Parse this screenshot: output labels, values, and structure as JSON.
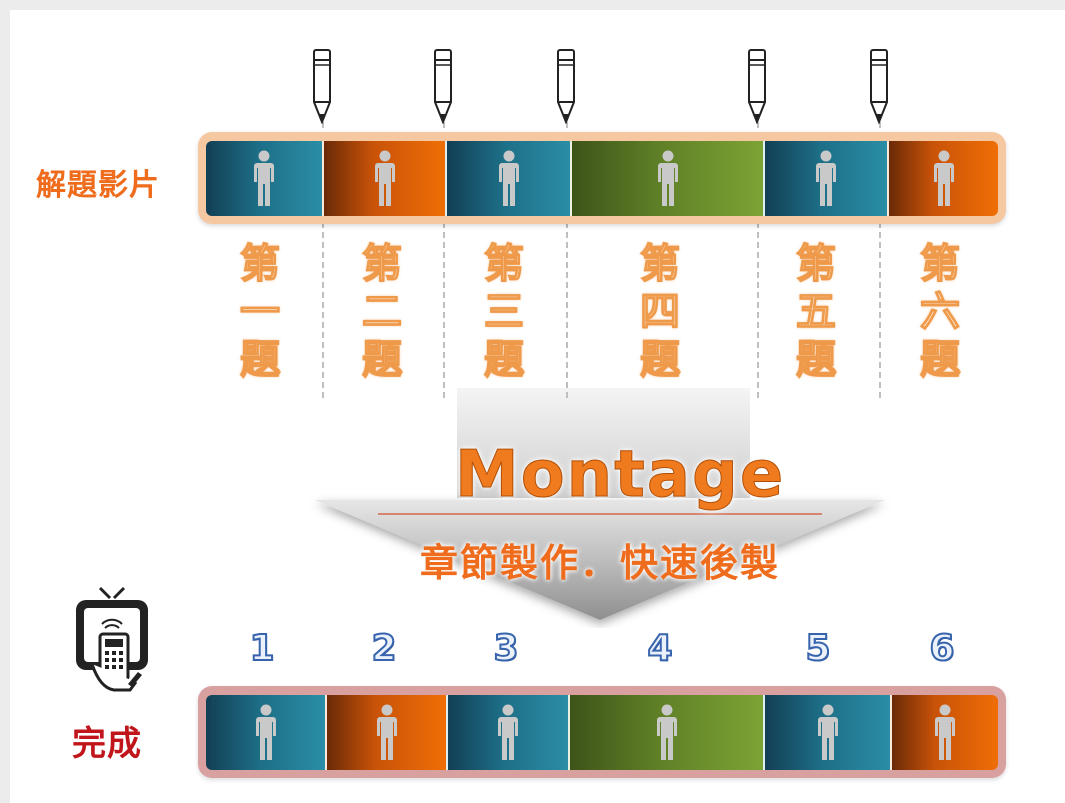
{
  "top_strip": {
    "label": "解題影片",
    "segments": [
      "teal",
      "orange",
      "teal",
      "green",
      "teal",
      "orange"
    ]
  },
  "question_labels": [
    [
      "第",
      "一",
      "題"
    ],
    [
      "第",
      "二",
      "題"
    ],
    [
      "第",
      "三",
      "題"
    ],
    [
      "第",
      "四",
      "題"
    ],
    [
      "第",
      "五",
      "題"
    ],
    [
      "第",
      "六",
      "題"
    ]
  ],
  "process": {
    "title": "Montage",
    "subtitle": "章節製作．快速後製"
  },
  "bottom_strip": {
    "label": "完成",
    "numbers": [
      "1",
      "2",
      "3",
      "4",
      "5",
      "6"
    ],
    "segments": [
      "teal",
      "orange",
      "teal",
      "green",
      "teal",
      "orange"
    ]
  },
  "colors": {
    "accent_orange": "#ef6c1d",
    "done_red": "#c0151a",
    "teal": "#1d6e86",
    "green": "#5f7f27",
    "number_blue": "#3764ad"
  },
  "icons": [
    "pencil-icon",
    "person-icon",
    "tv-remote-icon"
  ]
}
